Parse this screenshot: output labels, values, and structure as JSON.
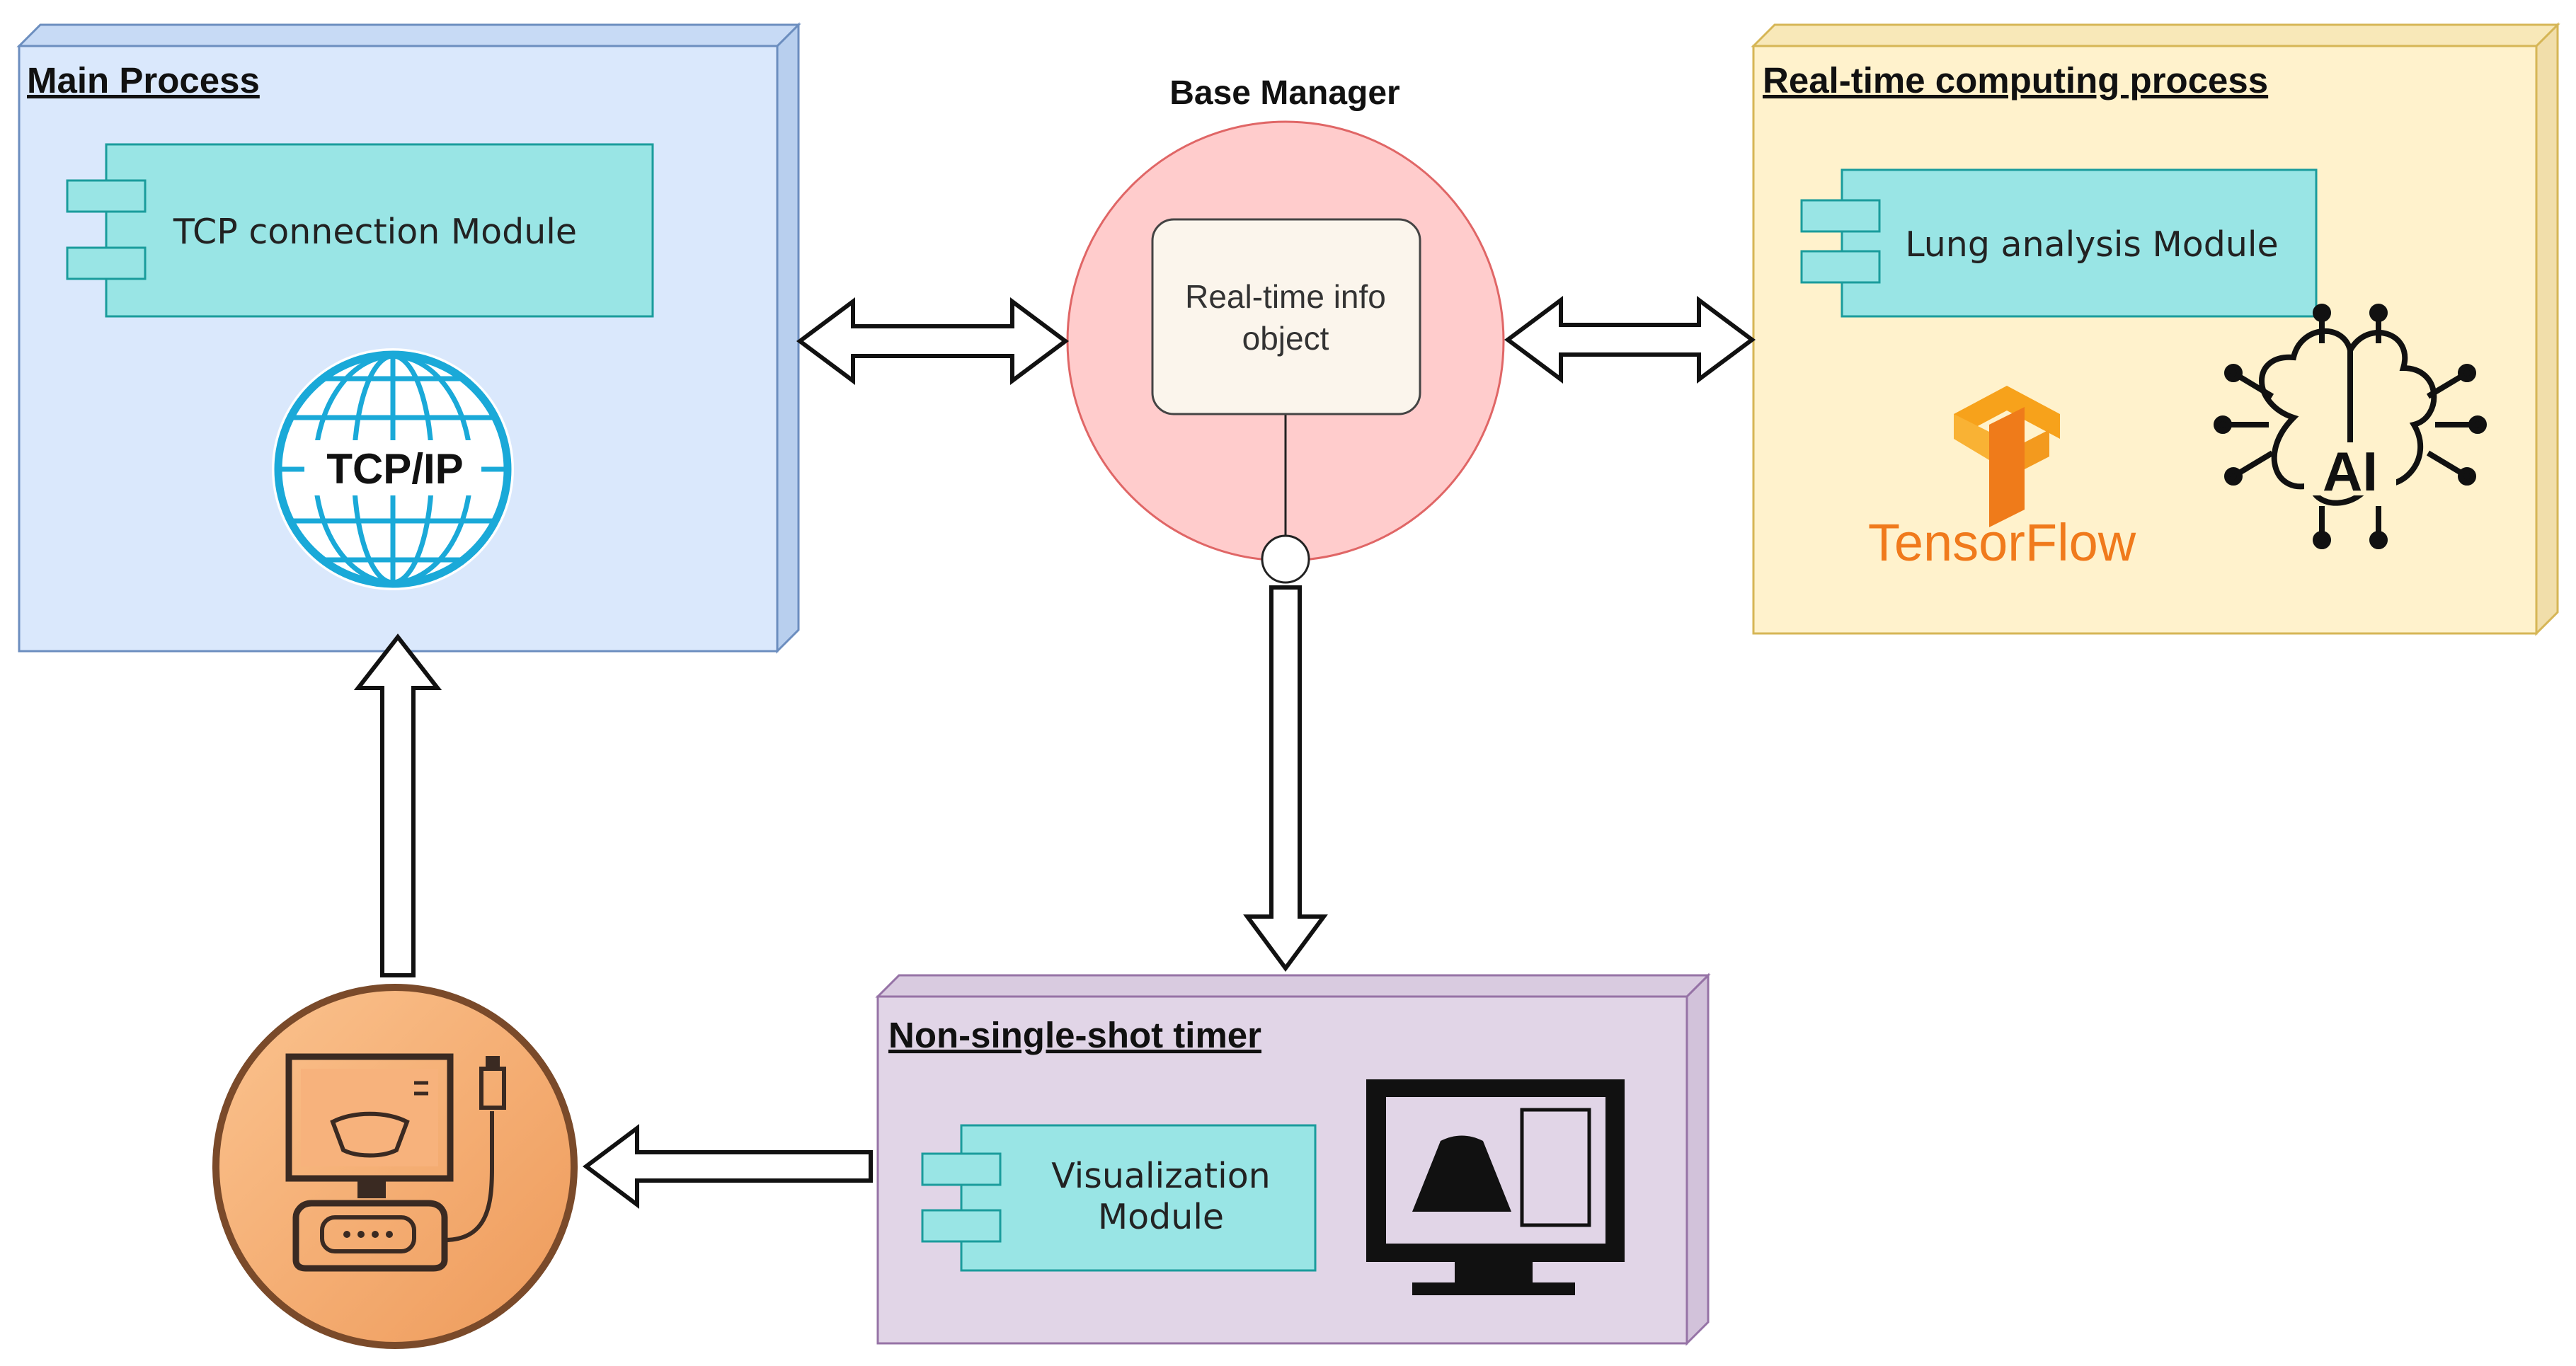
{
  "base_manager": {
    "title": "Base Manager",
    "object_line1": "Real-time info",
    "object_line2": "object"
  },
  "main_process": {
    "title": "Main Process",
    "module": "TCP connection Module",
    "icon_label": "TCP/IP"
  },
  "realtime_process": {
    "title": "Real-time computing process",
    "module": "Lung analysis Module",
    "logo_text": "TensorFlow",
    "ai_label": "AI"
  },
  "timer": {
    "title": "Non-single-shot timer",
    "module_line1": "Visualization",
    "module_line2": "Module"
  },
  "colors": {
    "main_fill": "#dae8fc",
    "main_stroke": "#6c8ebf",
    "realtime_fill": "#fff2cc",
    "realtime_stroke": "#d6b656",
    "timer_fill": "#e1d5e7",
    "timer_stroke": "#9673a6",
    "module_fill": "#99e5e5",
    "module_stroke": "#1a9c9c",
    "manager_fill": "#ffcccc",
    "manager_stroke": "#e06666",
    "tensorflow_orange": "#f07a1c",
    "device_fill": "#f4a261",
    "device_stroke": "#7a4a2a"
  },
  "icons": [
    "globe-icon",
    "tensorflow-logo",
    "ai-brain-icon",
    "ultrasound-device-icon",
    "monitor-icon"
  ]
}
